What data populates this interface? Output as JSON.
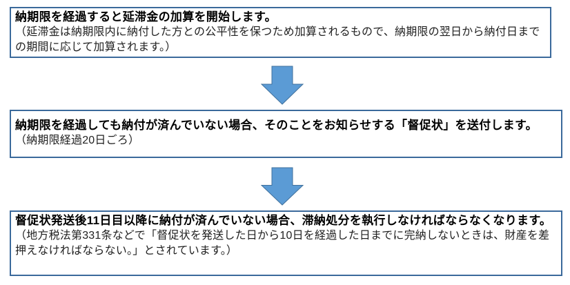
{
  "colors": {
    "box_border": "#3A699B",
    "arrow_fill": "#5B9BD5",
    "arrow_stroke": "#41719C",
    "title_color": "#000000",
    "note_color": "#1f1f1f"
  },
  "flowchart": {
    "steps": [
      {
        "title": "納期限を経過すると延滞金の加算を開始します。",
        "note": "（延滞金は納期限内に納付した方との公平性を保つため加算されるもので、納期限の翌日から納付日までの期間に応じて加算されます。）"
      },
      {
        "title": "納期限を経過しても納付が済んでいない場合、そのことをお知らせする「督促状」を送付します。",
        "note": "（納期限経過20日ごろ）"
      },
      {
        "title": "督促状発送後11日目以降に納付が済んでいない場合、滞納処分を執行しなければならなくなります。",
        "note": "（地方税法第331条などで「督促状を発送した日から10日を経過した日までに完納しないときは、財産を差押えなければならない。」とされています。）"
      }
    ]
  }
}
